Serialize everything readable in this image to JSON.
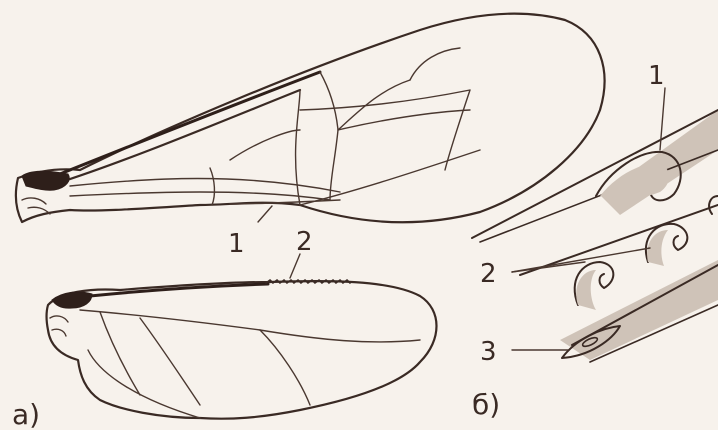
{
  "figure": {
    "panel_a_label": "а)",
    "panel_b_label": "б)",
    "callouts": {
      "a1": "1",
      "a2": "2",
      "b1": "1",
      "b2": "2",
      "b3": "3"
    }
  },
  "colors": {
    "background": "#f7f2ec",
    "ink": "#3a2a24",
    "stipple": "#cfc3b8"
  }
}
